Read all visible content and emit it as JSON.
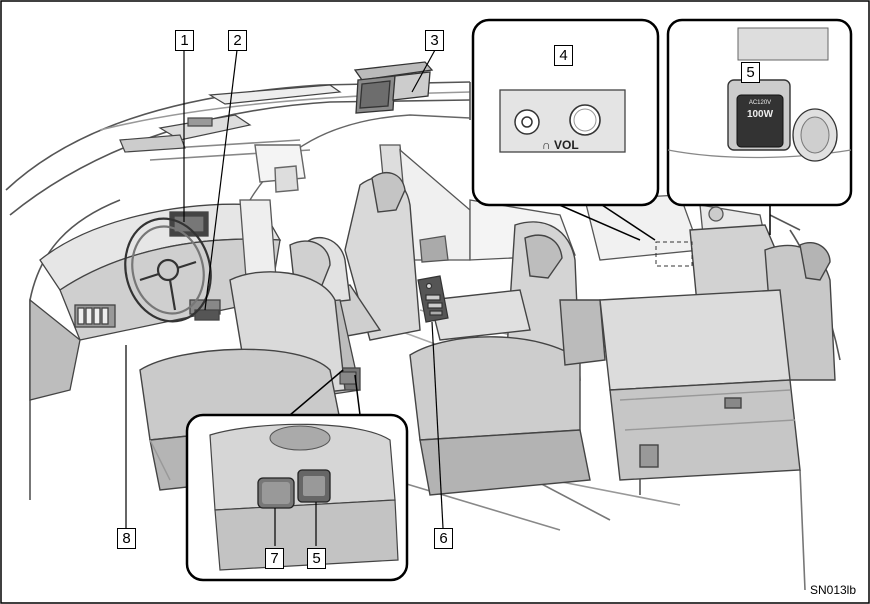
{
  "callouts": {
    "c1": "1",
    "c2": "2",
    "c3": "3",
    "c4": "4",
    "c5_top": "5",
    "c5_bottom": "5",
    "c6": "6",
    "c7": "7",
    "c8": "8"
  },
  "figure_code": "SN013lb",
  "jack_panel": {
    "label": "∩ VOL"
  },
  "power_outlet": {
    "voltage": "AC120V",
    "wattage": "100W"
  }
}
